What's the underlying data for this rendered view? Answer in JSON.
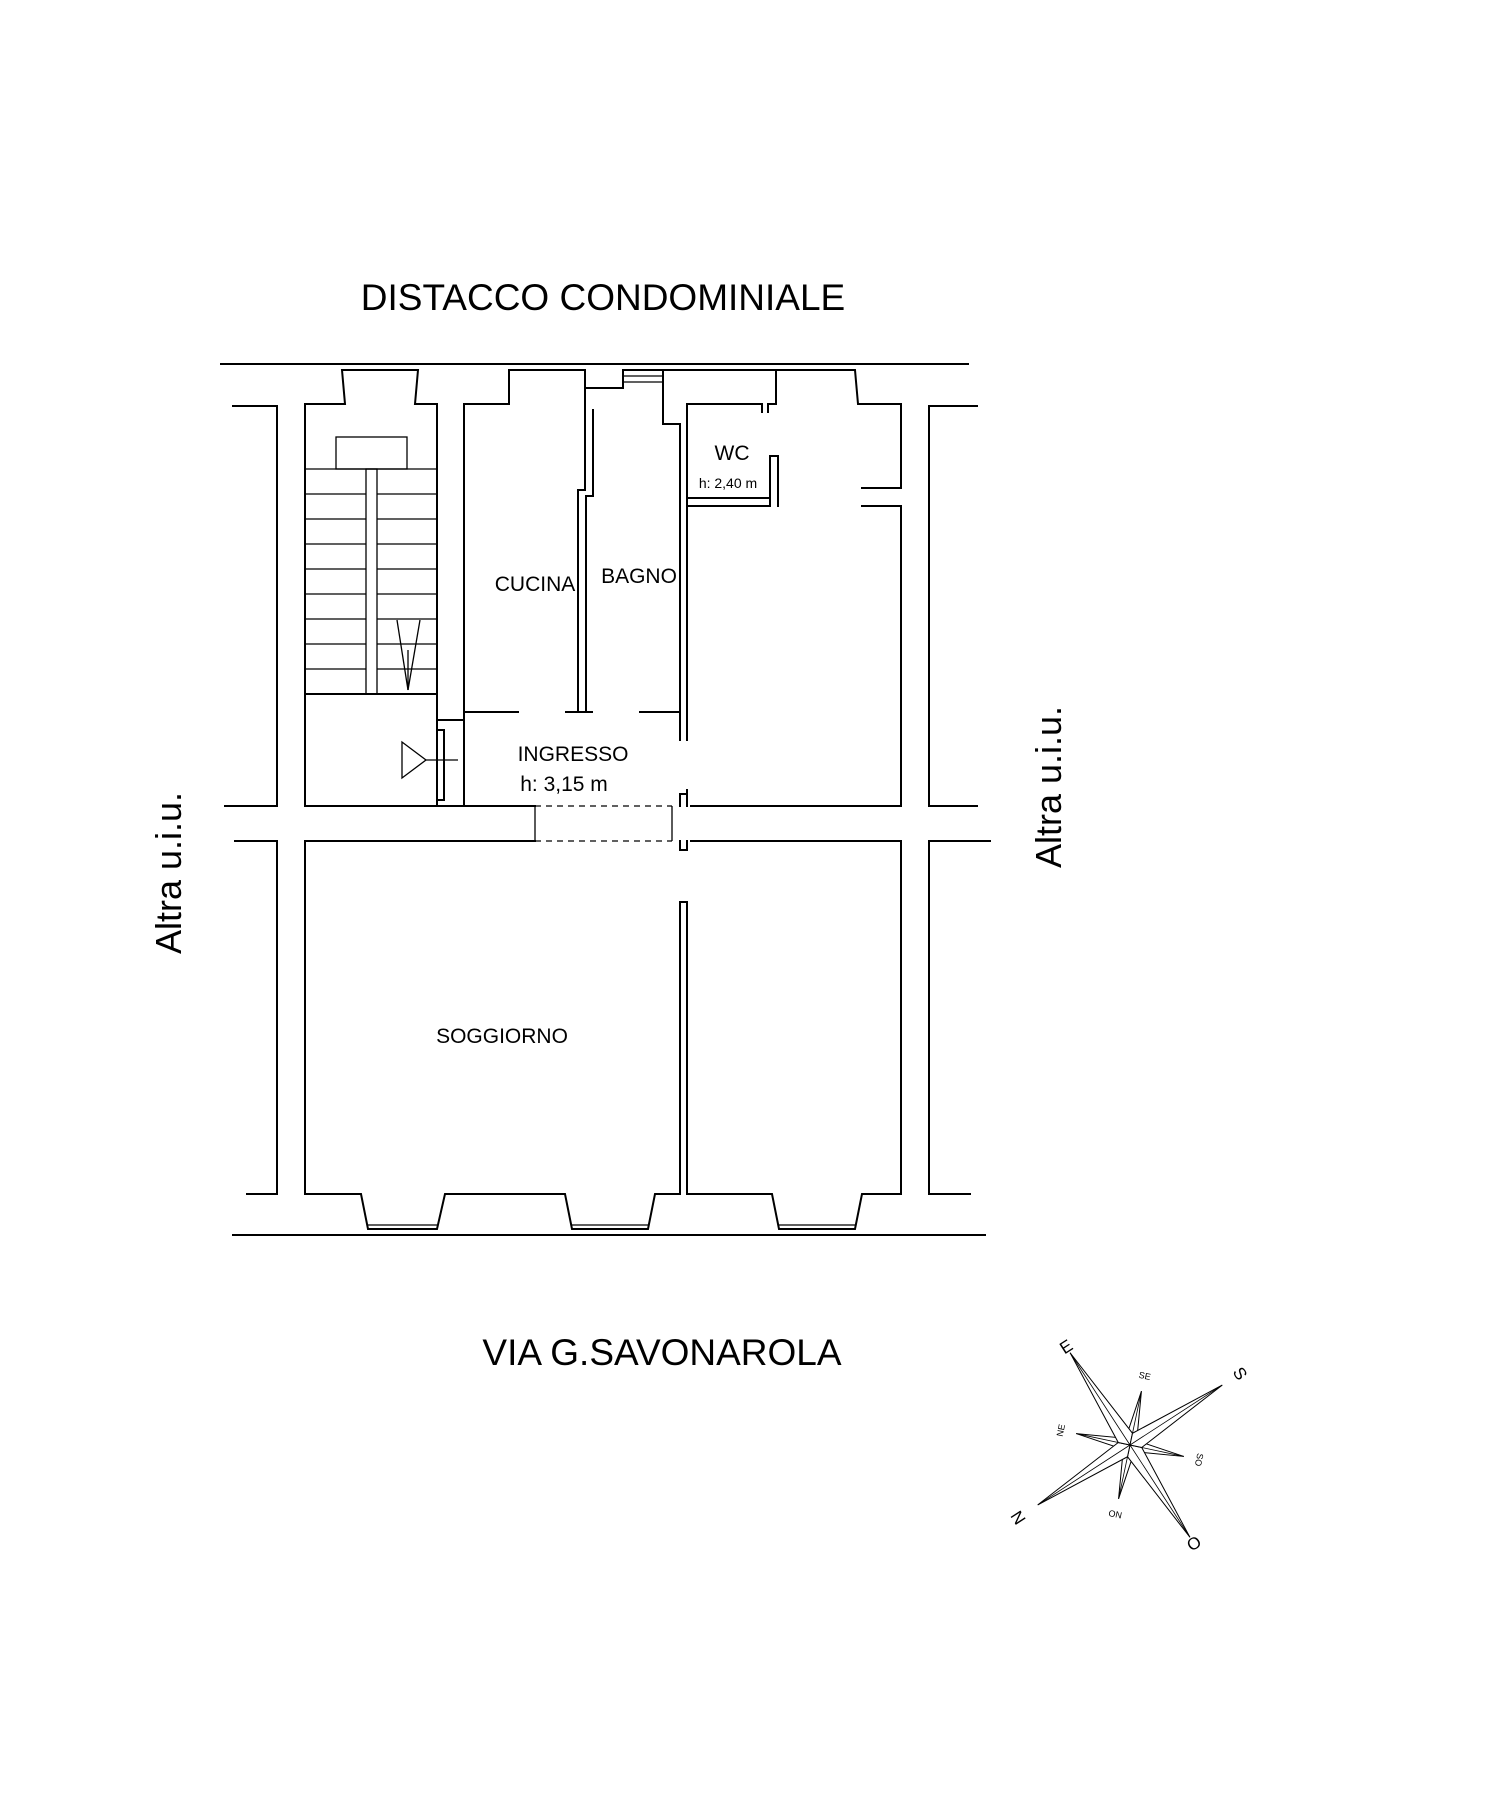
{
  "labels": {
    "top_street": "DISTACCO CONDOMINIALE",
    "bottom_street": "VIA G.SAVONAROLA",
    "left_neighbor": "Altra u.i.u.",
    "right_neighbor": "Altra u.i.u."
  },
  "rooms": {
    "cucina": "CUCINA",
    "bagno": "BAGNO",
    "wc": "WC",
    "wc_height": "h: 2,40 m",
    "ingresso": "INGRESSO",
    "ingresso_height": "h: 3,15 m",
    "soggiorno": "SOGGIORNO"
  },
  "compass": {
    "north": "N",
    "south": "S",
    "east": "E",
    "west": "O",
    "ne": "NE",
    "no": "NO",
    "se": "SE",
    "so": "SO"
  }
}
